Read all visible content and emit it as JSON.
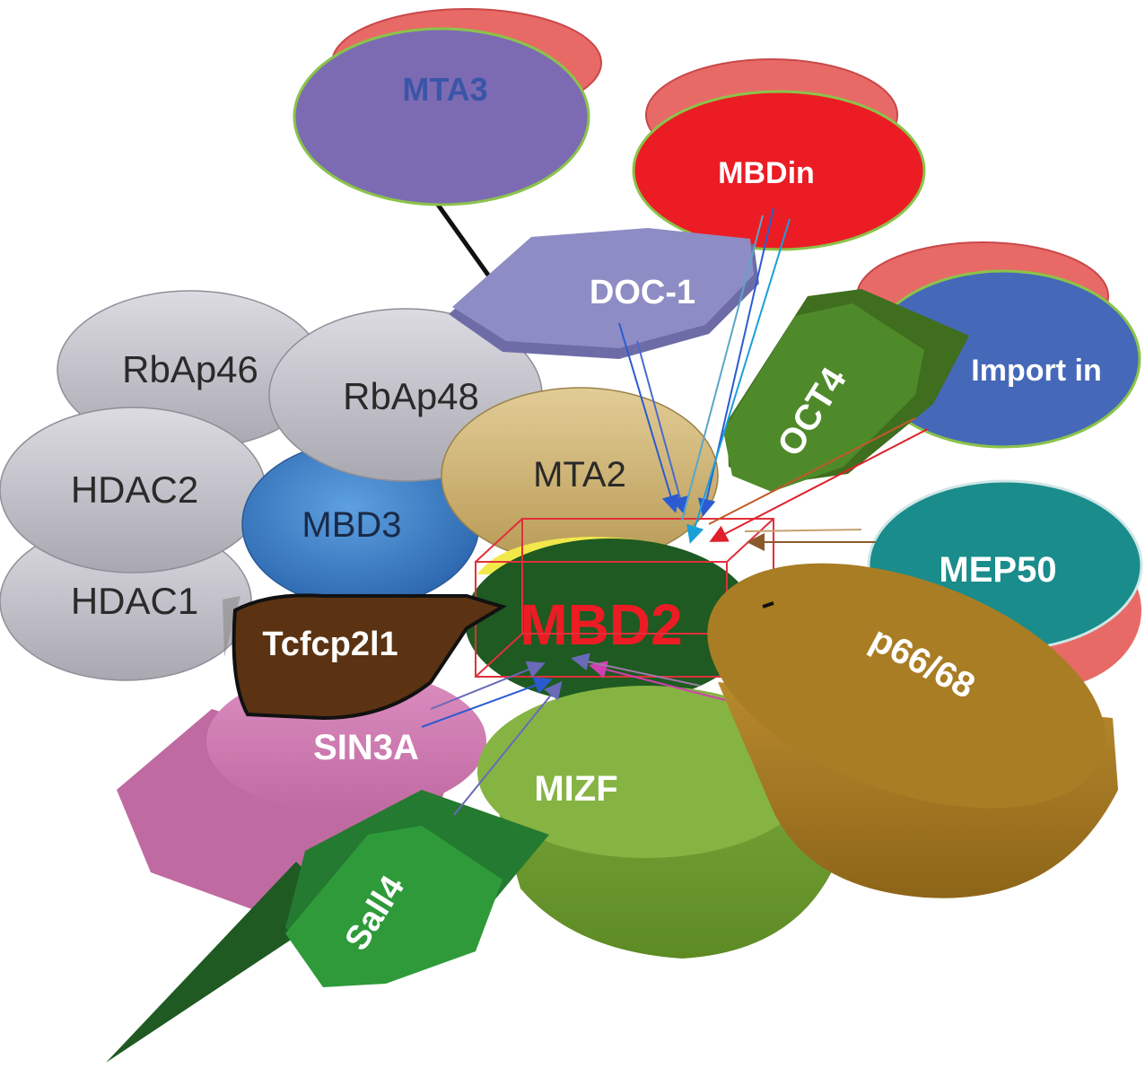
{
  "proteins": {
    "mta3": "MTA3",
    "mbdin": "MBDin",
    "doc1": "DOC-1",
    "importin": "Import in",
    "oct4": "OCT4",
    "rbap46": "RbAp46",
    "rbap48": "RbAp48",
    "hdac2": "HDAC2",
    "hdac1": "HDAC1",
    "mbd3": "MBD3",
    "mta2": "MTA2",
    "mep50": "MEP50",
    "mbd2": "MBD2",
    "tcfcp2l1": "Tcfcp2l1",
    "p6668": "p66/68",
    "sin3a": "SIN3A",
    "mizf": "MIZF",
    "sall4": "Sall4"
  },
  "colors": {
    "mta3": "#7c6bb3",
    "mbdin": "#ec1c24",
    "doc1": "#8e8cc4",
    "importin": "#4668b8",
    "oct4": "#4f8a2a",
    "grey": "#b9b8c0",
    "mbd3": "#3f80c8",
    "mta2": "#cfb57a",
    "mep50": "#1a8c8c",
    "mbd2": "#1e5a22",
    "mbd2_text": "#ec1c24",
    "tcfcp2l1": "#5b3312",
    "p6668": "#a97d24",
    "sin3a": "#d27fb3",
    "mizf": "#86b443",
    "sall4": "#2f9a3a",
    "shadow_red": "#e86a66"
  }
}
